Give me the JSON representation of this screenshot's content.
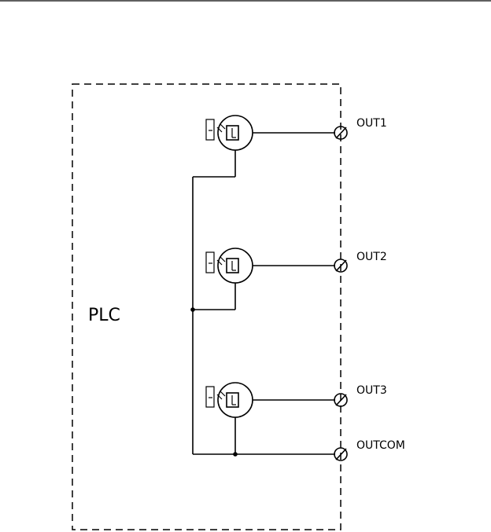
{
  "diagram": {
    "module_label": "PLC",
    "outputs": [
      {
        "label": "OUT1"
      },
      {
        "label": "OUT2"
      },
      {
        "label": "OUT3"
      }
    ],
    "common": {
      "label": "OUTCOM"
    }
  }
}
